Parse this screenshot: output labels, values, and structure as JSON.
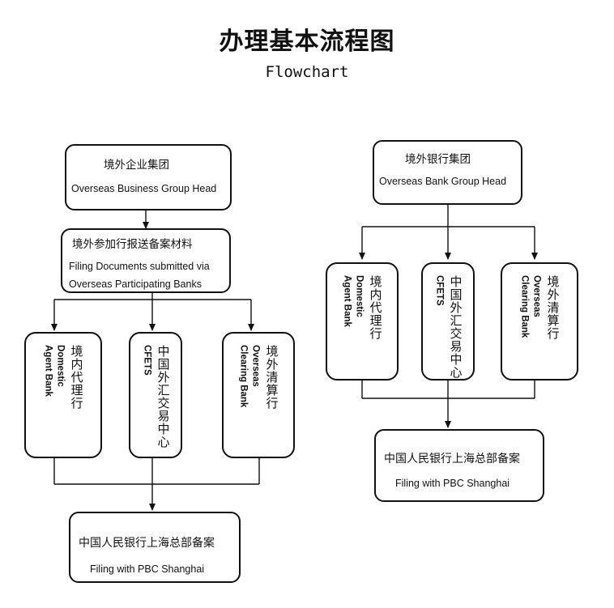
{
  "title": "办理基本流程图",
  "subtitle": "Flowchart",
  "left": {
    "top": {
      "zh": "境外企业集团",
      "en": "Overseas Business Group Head"
    },
    "second": {
      "zh": "境外参加行报送备案材料",
      "en1": "Filing Documents submitted via",
      "en2": "Overseas Participating Banks"
    },
    "branches": [
      {
        "zh": "境内代理行",
        "en": "Domestic\nAgent Bank"
      },
      {
        "zh": "中国外汇交易中心",
        "en": "CFETS"
      },
      {
        "zh": "境外清算行",
        "en": "Overseas\nClearing Bank"
      }
    ],
    "bottom": {
      "zh": "中国人民银行上海总部备案",
      "en": "Filing with PBC Shanghai"
    }
  },
  "right": {
    "top": {
      "zh": "境外银行集团",
      "en": "Overseas Bank Group Head"
    },
    "branches": [
      {
        "zh": "境内代理行",
        "en": "Domestic\nAgent Bank"
      },
      {
        "zh": "中国外汇交易中心",
        "en": "CFETS"
      },
      {
        "zh": "境外清算行",
        "en": "Overseas\nClearing Bank"
      }
    ],
    "bottom": {
      "zh": "中国人民银行上海总部备案",
      "en": "Filing with PBC Shanghai"
    }
  }
}
